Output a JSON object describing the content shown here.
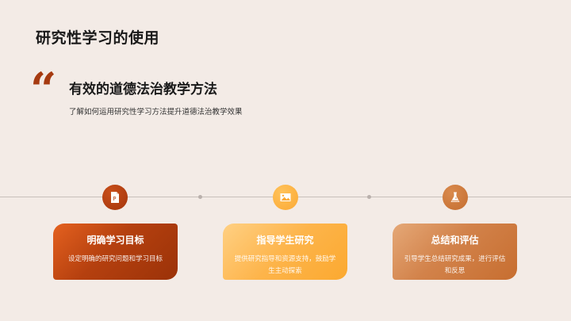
{
  "slide": {
    "title": "研究性学习的使用",
    "quote_icon": "quote-mark-icon",
    "quote_glyph": "“",
    "heading": "有效的道德法治教学方法",
    "subtitle": "了解如何运用研究性学习方法提升道德法治教学效果"
  },
  "timeline": {
    "steps": [
      {
        "icon": "ppt-file-icon",
        "title": "明确学习目标",
        "description": "设定明确的研究问题和学习目标",
        "color": "#b23e12"
      },
      {
        "icon": "image-icon",
        "title": "指导学生研究",
        "description": "提供研究指导和资源支持，鼓励学生主动探索",
        "color": "#fbab3a"
      },
      {
        "icon": "flask-icon",
        "title": "总结和评估",
        "description": "引导学生总结研究成果，进行评估和反思",
        "color": "#cf7838"
      }
    ]
  },
  "colors": {
    "background": "#f3ebe6",
    "accent": "#a63a10"
  }
}
